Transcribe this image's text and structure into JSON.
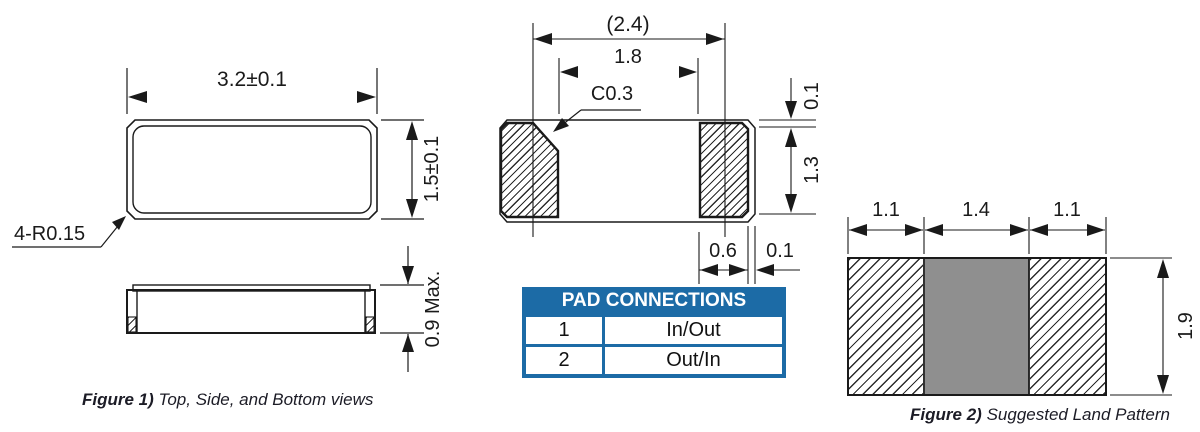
{
  "figure1": {
    "caption_label": "Figure 1)",
    "caption_text": " Top, Side, and Bottom views",
    "dim_width": "3.2±0.1",
    "dim_height": "1.5±0.1",
    "dim_thickness": "0.9 Max.",
    "label_corner_radius": "4-R0.15"
  },
  "bottom_view": {
    "dim_overall": "(2.4)",
    "dim_pad_inner_span": "1.8",
    "label_chamfer": "C0.3",
    "dim_top_offset": "0.1",
    "dim_pad_height": "1.3",
    "dim_pad_width": "0.6",
    "dim_edge_gap": "0.1"
  },
  "pad_table": {
    "title": "PAD CONNECTIONS",
    "rows": [
      {
        "pad": "1",
        "connection": "In/Out"
      },
      {
        "pad": "2",
        "connection": "Out/In"
      }
    ]
  },
  "figure2": {
    "caption_label": "Figure 2)",
    "caption_text": " Suggested Land Pattern",
    "dim_left_pad": "1.1",
    "dim_center_gap": "1.4",
    "dim_right_pad": "1.1",
    "dim_height": "1.9"
  },
  "colors": {
    "line": "#1a1a1a",
    "table_header_bg": "#1c6ba6",
    "land_center_fill": "#8f8f8f"
  }
}
